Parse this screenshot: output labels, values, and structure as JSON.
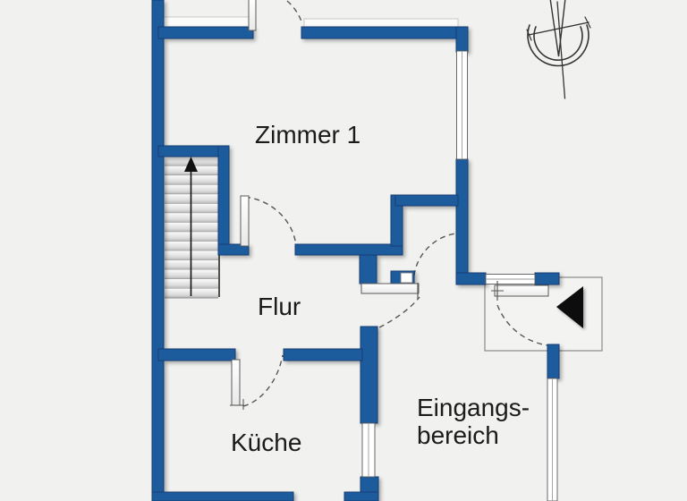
{
  "document": {
    "type": "floor-plan",
    "floor_hint": "ground floor with entrance area and staircase"
  },
  "rooms": [
    {
      "id": "zimmer1",
      "label": "Zimmer 1"
    },
    {
      "id": "flur",
      "label": "Flur"
    },
    {
      "id": "kueche",
      "label": "Küche"
    },
    {
      "id": "eingangsbereich",
      "label_line1": "Eingangs-",
      "label_line2": "bereich"
    }
  ],
  "stairs": {
    "treads": 15,
    "direction": "up"
  },
  "symbols": {
    "north_arrow": "compass-rose",
    "entrance_marker": "black-triangle-pointing-left"
  },
  "colors": {
    "wall": "#1f5b9d",
    "wall_outline": "#143e72",
    "background": "#f1f1ef",
    "dash": "#575757",
    "text": "#1b1b1b",
    "tread_edge": "#8f8f8f",
    "window_frame": "#5a5a5a",
    "platform_outline": "#8a8a8a",
    "compass_stroke": "#333333",
    "marker_fill": "#0b0b0b"
  }
}
